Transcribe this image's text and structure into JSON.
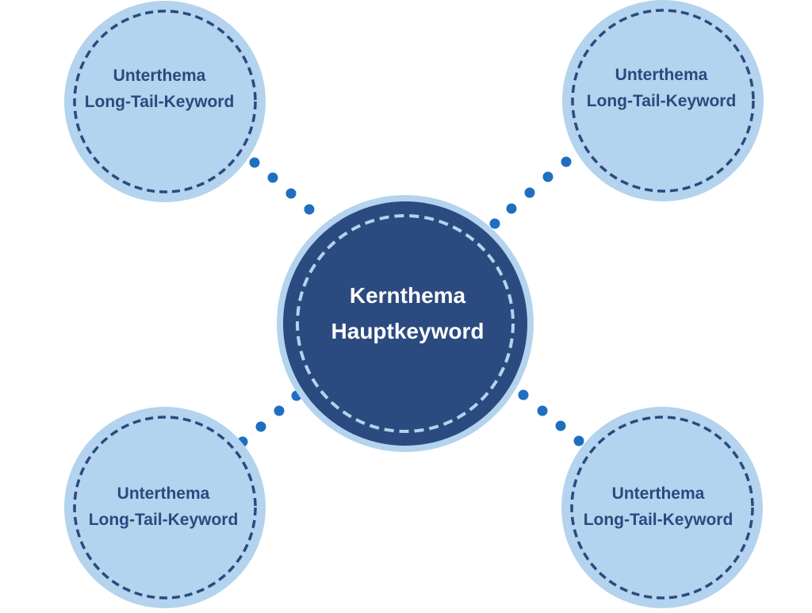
{
  "core": {
    "title": "Kernthema",
    "keyword": "Hauptkeyword"
  },
  "subtopics": [
    {
      "title": "Unterthema",
      "keyword": "Long-Tail-Keyword"
    },
    {
      "title": "Unterthema",
      "keyword": "Long-Tail-Keyword"
    },
    {
      "title": "Unterthema",
      "keyword": "Long-Tail-Keyword"
    },
    {
      "title": "Unterthema",
      "keyword": "Long-Tail-Keyword"
    }
  ],
  "colors": {
    "sub_fill": "#b3d3ee",
    "sub_dash": "#2a4a7f",
    "sub_text": "#2a4a7f",
    "core_fill": "#2b4a7f",
    "core_ring": "#b3d3ee",
    "core_text": "#ffffff",
    "connector_dots": "#1f6fc1"
  }
}
